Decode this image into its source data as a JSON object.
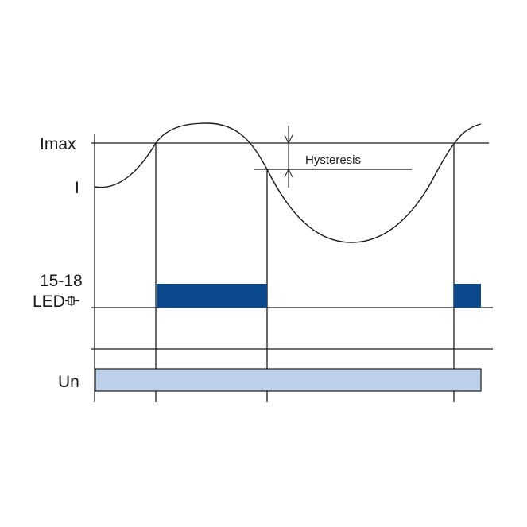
{
  "labels": {
    "imax": "Imax",
    "i": "I",
    "contacts": "15-18",
    "led": "LED",
    "un": "Un",
    "hysteresis": "Hysteresis"
  },
  "colors": {
    "relay_bar": "#0a4a8c",
    "supply_bar": "#bcd0ea",
    "line": "#1a1a1a"
  },
  "icons": {
    "relay": "relay-coil-icon"
  }
}
